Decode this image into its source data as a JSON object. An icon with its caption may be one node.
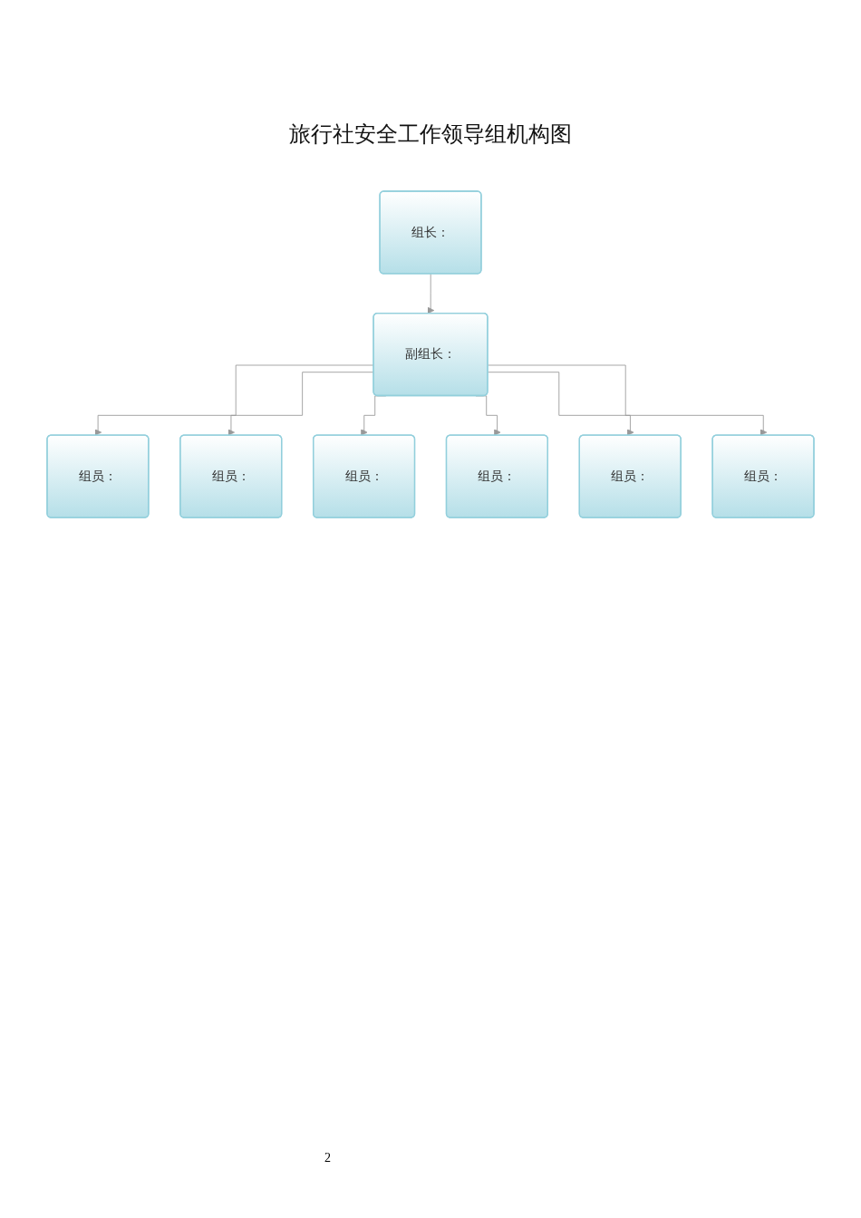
{
  "diagram": {
    "title": "旅行社安全工作领导组机构图",
    "nodes": [
      {
        "text": [
          "组长："
        ]
      },
      {
        "text": [
          "副组长："
        ]
      },
      {
        "text": [
          "组员："
        ]
      },
      {
        "text": [
          "组员："
        ]
      },
      {
        "text": [
          "组员："
        ]
      },
      {
        "text": [
          "组员："
        ]
      },
      {
        "text": [
          "组员："
        ]
      },
      {
        "text": [
          "组员："
        ]
      }
    ],
    "edges": [
      {
        "from": 0,
        "to": 1,
        "arrow": "to"
      },
      {
        "from": 1,
        "to": 2,
        "arrow": "to"
      },
      {
        "from": 1,
        "to": 3,
        "arrow": "to"
      },
      {
        "from": 1,
        "to": 4,
        "arrow": "to"
      },
      {
        "from": 1,
        "to": 5,
        "arrow": "to"
      },
      {
        "from": 1,
        "to": 6,
        "arrow": "to"
      },
      {
        "from": 1,
        "to": 7,
        "arrow": "to"
      }
    ],
    "labels": [
      "2"
    ]
  }
}
